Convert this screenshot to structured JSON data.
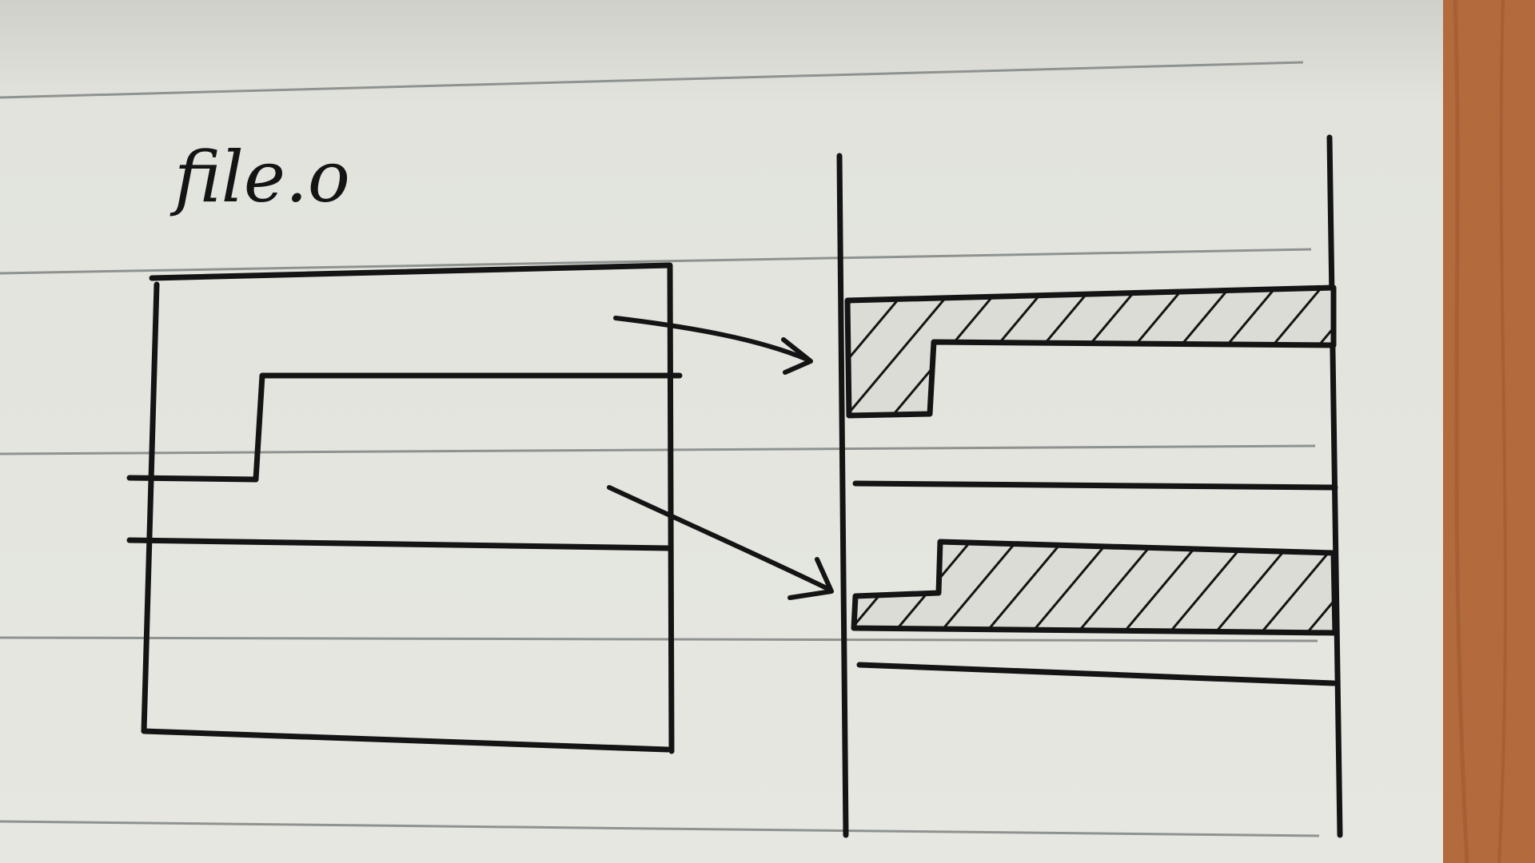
{
  "diagram": {
    "file_label": "file.o",
    "colors": {
      "paper": "#e4e5df",
      "paper_shadow": "#cfd0ca",
      "ruled_line": "#8f9390",
      "ink": "#141414",
      "hatch_fill": "#dcdcd6",
      "wood": "#b36a3c",
      "wood_dark": "#8f4f2a"
    },
    "nodes": [
      {
        "id": "file-box",
        "kind": "object-file-rectangle"
      },
      {
        "id": "section-upper",
        "kind": "section-region"
      },
      {
        "id": "section-lower",
        "kind": "section-region"
      },
      {
        "id": "memory-column",
        "kind": "address-space"
      },
      {
        "id": "mapped-region-upper",
        "kind": "hatched-region"
      },
      {
        "id": "mapped-region-lower",
        "kind": "hatched-region"
      }
    ],
    "edges": [
      {
        "from": "section-upper",
        "to": "mapped-region-upper",
        "style": "arrow"
      },
      {
        "from": "section-lower",
        "to": "mapped-region-lower",
        "style": "arrow"
      }
    ]
  }
}
